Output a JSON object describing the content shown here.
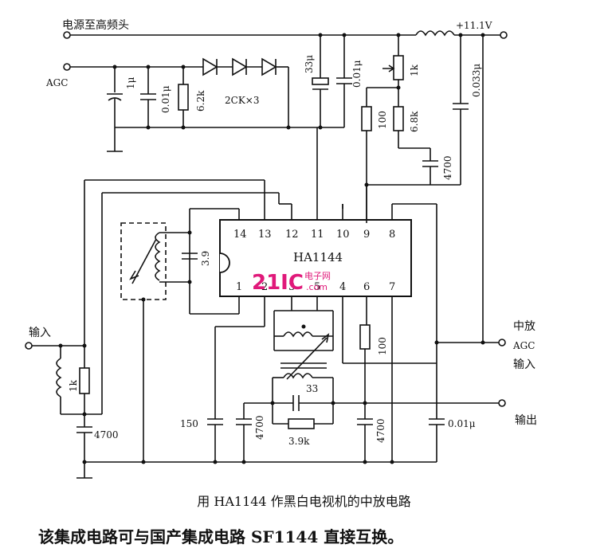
{
  "labels": {
    "power_to_tuner": "电源至高频头",
    "supply_voltage": "+11.1V",
    "agc": "AGC",
    "diodes": "2CK×3",
    "input": "输入",
    "if_agc_line1": "中放",
    "if_agc_line2": "AGC",
    "if_agc_line3": "输入",
    "output": "输出"
  },
  "chip": {
    "name": "HA1144",
    "top_pins": [
      "14",
      "13",
      "12",
      "11",
      "10",
      "9",
      "8"
    ],
    "bottom_pins": [
      "1",
      "2",
      "3",
      "5",
      "4",
      "6",
      "7"
    ]
  },
  "components": {
    "c_1u": "1μ",
    "c_001_left": "0.01μ",
    "r_62k": "6.2k",
    "c_33u": "33μ",
    "c_001_top": "0.01μ",
    "r_1k_top": "1k",
    "c_0033": "0.033μ",
    "r_100_top": "100",
    "r_68k": "6.8k",
    "c_4700_top": "4700",
    "c_39": "3.9",
    "r_1k_input": "1k",
    "c_4700_input": "4700",
    "r_100_mid": "100",
    "c_150": "150",
    "c_4700_mid": "4700",
    "c_33": "33",
    "r_39k": "3.9k",
    "c_4700_right": "4700",
    "c_001_out": "0.01μ"
  },
  "watermark": {
    "brand": "21IC",
    "cn": "电子网",
    "domain": ".com"
  },
  "caption": "用 HA1144 作黑白电视机的中放电路",
  "description": "该集成电路可与国产集成电路 SF1144 直接互换。"
}
